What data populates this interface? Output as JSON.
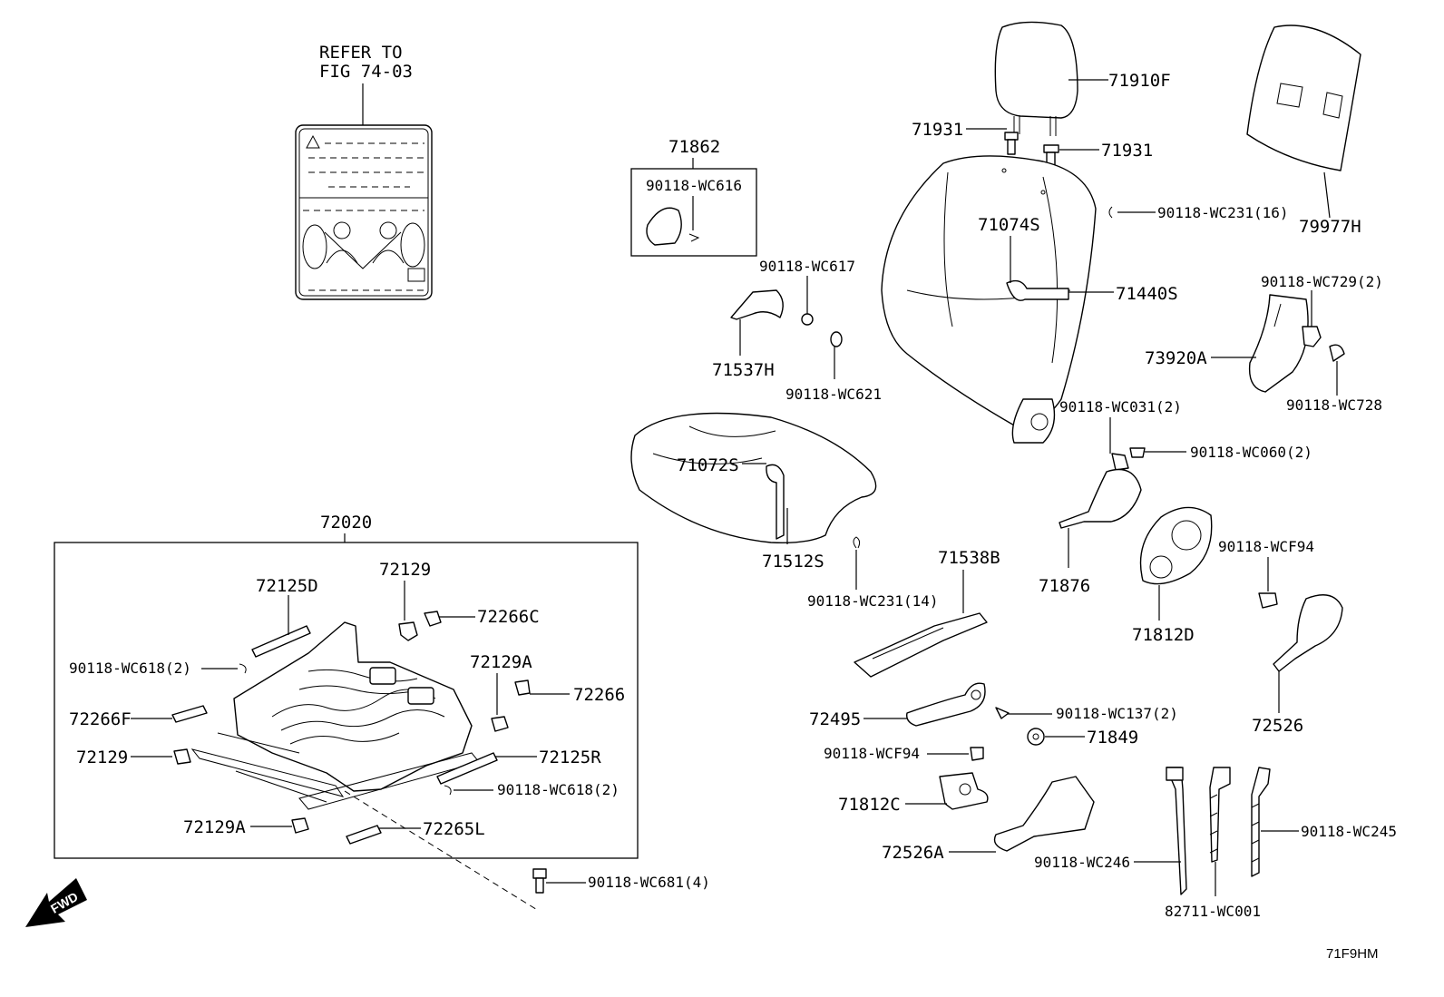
{
  "reference": {
    "line1": "REFER TO",
    "line2": "FIG 74-03"
  },
  "diagram_code": "71F9HM",
  "fwd_label": "FWD",
  "labels": {
    "p71910F": "71910F",
    "p71931a": "71931",
    "p71931b": "71931",
    "p79977H": "79977H",
    "p71862": "71862",
    "wc616": "90118-WC616",
    "wc617": "90118-WC617",
    "p71537H": "71537H",
    "wc621": "90118-WC621",
    "p71074S": "71074S",
    "p71440S": "71440S",
    "wc231_16": "90118-WC231(16)",
    "wc729": "90118-WC729(2)",
    "p73920A": "73920A",
    "wc728": "90118-WC728",
    "wc031": "90118-WC031(2)",
    "wc060": "90118-WC060(2)",
    "p71072S": "71072S",
    "p71512S": "71512S",
    "p71876": "71876",
    "wcf94a": "90118-WCF94",
    "p71812D": "71812D",
    "wc231_14": "90118-WC231(14)",
    "p71538B": "71538B",
    "p72526": "72526",
    "p72020": "72020",
    "p72125D": "72125D",
    "p72129a": "72129",
    "p72266C": "72266C",
    "wc618a": "90118-WC618(2)",
    "p72129A_a": "72129A",
    "p72266": "72266",
    "p72266F": "72266F",
    "p72129b": "72129",
    "p72125R": "72125R",
    "wc618b": "90118-WC618(2)",
    "p72129A_b": "72129A",
    "p72265L": "72265L",
    "p72495": "72495",
    "wc137": "90118-WC137(2)",
    "p71849": "71849",
    "wcf94b": "90118-WCF94",
    "p71812C": "71812C",
    "p72526A": "72526A",
    "wc246": "90118-WC246",
    "wc245": "90118-WC245",
    "wc001": "82711-WC001",
    "wc681": "90118-WC681(4)"
  }
}
